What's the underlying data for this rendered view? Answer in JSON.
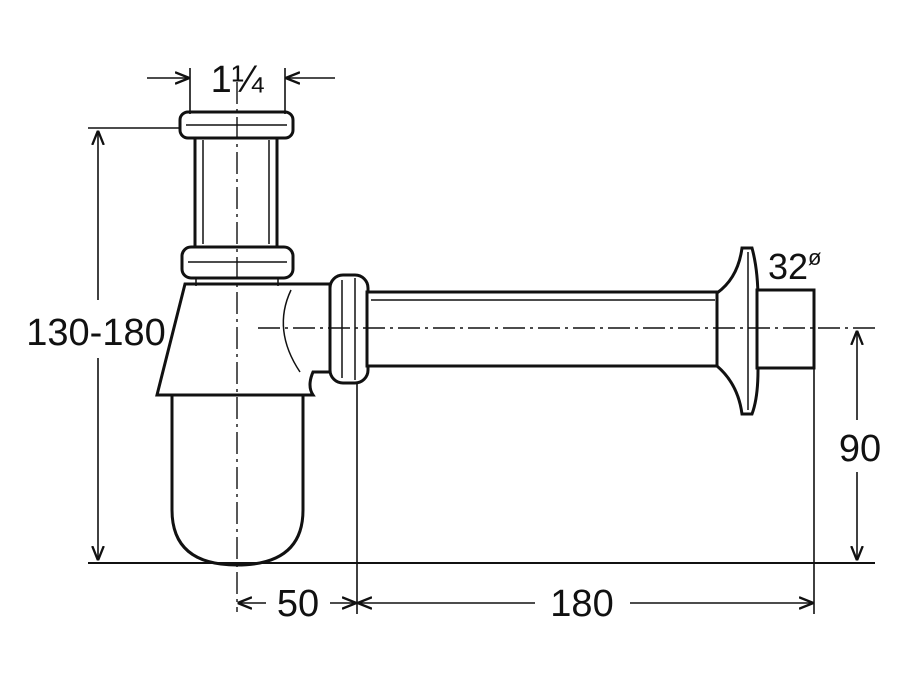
{
  "diagram": {
    "dimensions": {
      "inlet_thread": "1¼",
      "height_range": "130-180",
      "outlet_diameter": "32",
      "diameter_symbol": "ø",
      "outlet_height": "90",
      "trap_offset": "50",
      "outlet_length": "180"
    },
    "colors": {
      "line": "#111111",
      "background": "#ffffff"
    }
  }
}
